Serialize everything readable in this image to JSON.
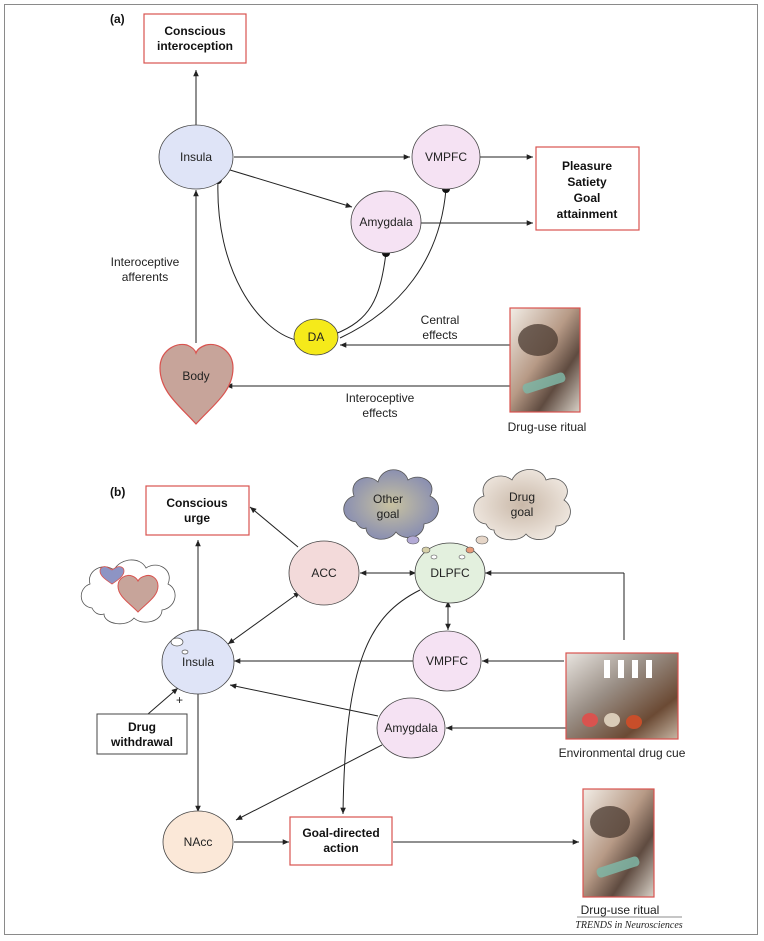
{
  "panel_a": {
    "label": "(a)",
    "boxes": {
      "conscious_interoception": [
        "Conscious",
        "interoception"
      ],
      "pleasure": [
        "Pleasure",
        "Satiety",
        "Goal",
        "attainment"
      ]
    },
    "nodes": {
      "insula": "Insula",
      "vmpfc": "VMPFC",
      "amygdala": "Amygdala",
      "da": "DA",
      "body": "Body"
    },
    "edge_labels": {
      "interoceptive_afferents": [
        "Interoceptive",
        "afferents"
      ],
      "central_effects": [
        "Central",
        "effects"
      ],
      "interoceptive_effects": [
        "Interoceptive",
        "effects"
      ]
    },
    "image_caption": "Drug-use ritual"
  },
  "panel_b": {
    "label": "(b)",
    "boxes": {
      "conscious_urge": [
        "Conscious",
        "urge"
      ],
      "drug_withdrawal": [
        "Drug",
        "withdrawal"
      ],
      "goal_directed_action": [
        "Goal-directed",
        "action"
      ]
    },
    "nodes": {
      "acc": "ACC",
      "dlpfc": "DLPFC",
      "insula": "Insula",
      "vmpfc": "VMPFC",
      "amygdala": "Amygdala",
      "nacc": "NAcc"
    },
    "thoughts": {
      "other_goal": [
        "Other",
        "goal"
      ],
      "drug_goal": [
        "Drug",
        "goal"
      ]
    },
    "plus_sign": "+",
    "cue_caption": "Environmental drug cue",
    "image_caption": "Drug-use ritual"
  },
  "credit": "TRENDS in Neurosciences",
  "colors": {
    "box_border": "#d9534f",
    "insula_fill": "#dfe4f7",
    "vmpfc_fill": "#f5e2f3",
    "amygdala_fill": "#f5e2f3",
    "acc_fill": "#f3dada",
    "dlpfc_fill": "#e3f0de",
    "nacc_fill": "#fbe8d8",
    "da_fill": "#f5ea1a",
    "heart_fill": "#c7a49a"
  }
}
